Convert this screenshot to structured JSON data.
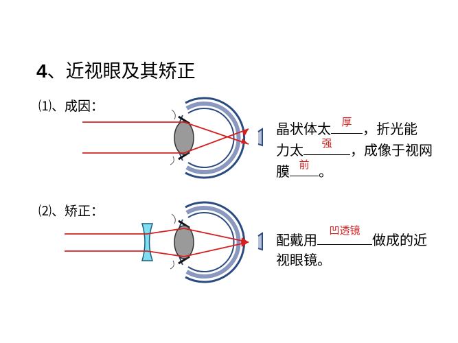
{
  "title": {
    "number": "4",
    "text": "、近视眼及其矫正"
  },
  "cause": {
    "heading": "⑴、成因：",
    "line1_a": "晶状体太",
    "line1_ans": "厚",
    "line1_b": "，折光能",
    "line2_a": "力太",
    "line2_ans": "强",
    "line2_b": "，成像于视网",
    "line3_a": "膜",
    "line3_ans": "前",
    "line3_b": "。"
  },
  "correction": {
    "heading": "⑵、矫正：",
    "line1_a": "配戴用",
    "line1_ans": "凹透镜",
    "line1_b": "做成的近",
    "line2": "视眼镜。"
  },
  "colors": {
    "ray": "#d42020",
    "lens": "#7fdff0",
    "eye_outer": "#2a4a80",
    "eye_inner": "#7f8db0",
    "answer": "#d42020"
  }
}
